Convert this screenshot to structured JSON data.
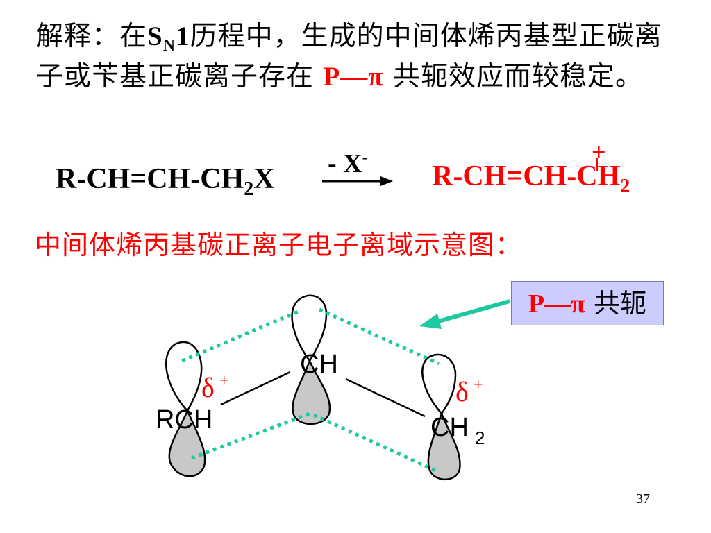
{
  "explanation": {
    "prefix": "解释：在",
    "sn_main": "S",
    "sn_sub": "N",
    "sn_num": "1",
    "mid": "历程中，生成的中间体烯丙基型正碳离子或苄基正碳离子存在",
    "p_pi": "P—π",
    "suffix": "共轭效应而较稳定。"
  },
  "reaction": {
    "reactant_a": "R-CH=CH-CH",
    "reactant_sub": "2",
    "reactant_b": "X",
    "arrow_label": "- X",
    "arrow_label_sup": "-",
    "product_a": "R-CH=CH-CH",
    "product_sub": "2",
    "product_charge": "+"
  },
  "diagram_title": "中间体烯丙基碳正离子电子离域示意图：",
  "callout": {
    "p_pi": "P—π",
    "label": "共轭"
  },
  "diagram_labels": {
    "left_group": "RCH",
    "center_group": "CH",
    "right_group": "CH",
    "right_group_sub": "2",
    "delta_symbol": "δ",
    "delta_charge": "+"
  },
  "page_number": "37",
  "colors": {
    "accent_red": "#ff0000",
    "dotted_green": "#1ec8a0",
    "callout_bg": "#ccccff",
    "lobe_gray": "#c8c8c8"
  }
}
